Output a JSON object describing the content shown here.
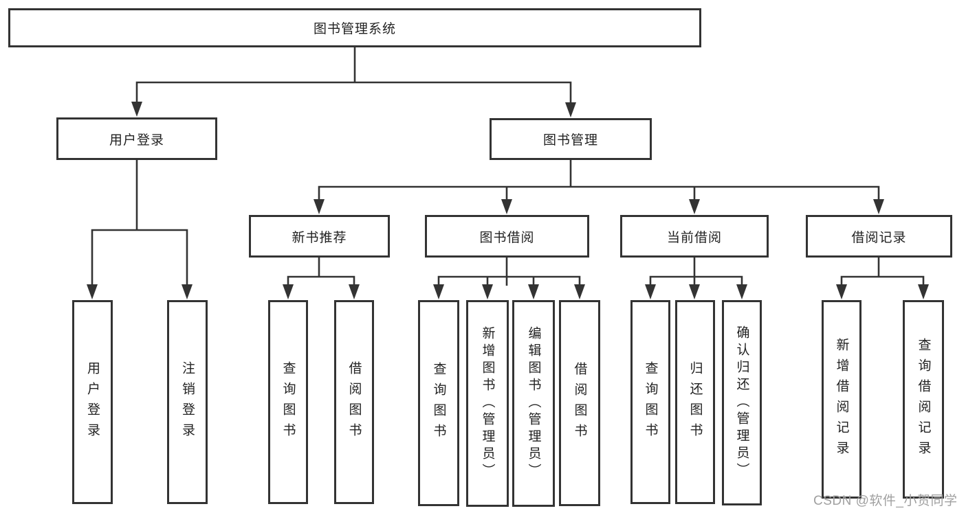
{
  "hierarchy": {
    "label": "图书管理系统",
    "children": [
      {
        "label": "用户登录",
        "children": [
          {
            "label": "用户登录"
          },
          {
            "label": "注销登录"
          }
        ]
      },
      {
        "label": "图书管理",
        "children": [
          {
            "label": "新书推荐",
            "children": [
              {
                "label": "查询图书"
              },
              {
                "label": "借阅图书"
              }
            ]
          },
          {
            "label": "图书借阅",
            "children": [
              {
                "label": "查询图书"
              },
              {
                "label": "新增图书（管理员）"
              },
              {
                "label": "编辑图书（管理员）"
              },
              {
                "label": "借阅图书"
              }
            ]
          },
          {
            "label": "当前借阅",
            "children": [
              {
                "label": "查询图书"
              },
              {
                "label": "归还图书"
              },
              {
                "label": "确认归还（管理员）"
              }
            ]
          },
          {
            "label": "借阅记录",
            "children": [
              {
                "label": "新增借阅记录"
              },
              {
                "label": "查询借阅记录"
              }
            ]
          }
        ]
      }
    ]
  },
  "watermark": "CSDN @软件_小贺同学",
  "colors": {
    "line": "#333333",
    "box_border": "#333333",
    "box_fill": "#ffffff",
    "text": "#222222",
    "watermark_text": "#a0a0a0",
    "background": "#ffffff"
  }
}
